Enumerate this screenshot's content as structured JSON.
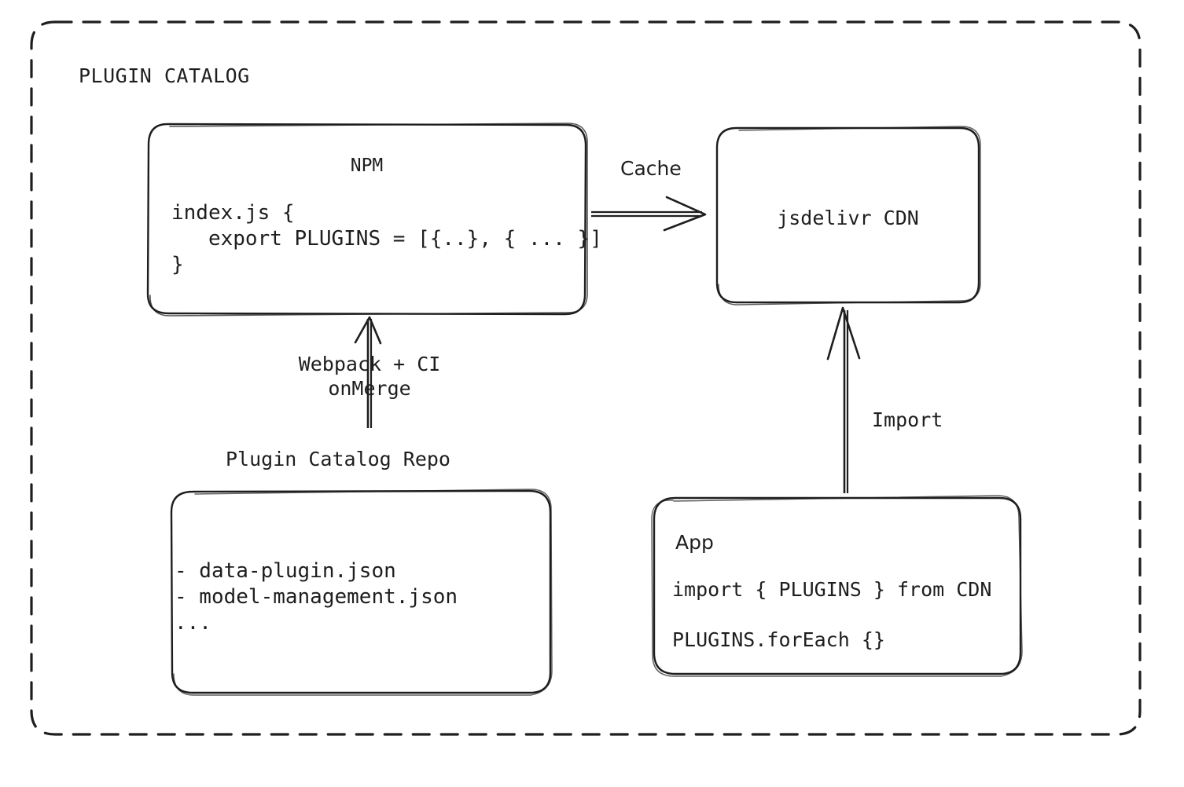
{
  "diagram": {
    "type": "architecture-flow",
    "background": "#ffffff",
    "stroke": "#1e1e1e",
    "style": "hand-drawn",
    "container": {
      "label": "PLUGIN CATALOG",
      "border": "dashed"
    },
    "nodes": [
      {
        "id": "npm",
        "title": "NPM",
        "lines": [
          "index.js {",
          "   export PLUGINS = [{..}, { ... }]",
          "}"
        ]
      },
      {
        "id": "cdn",
        "title": "jsdelivr CDN",
        "lines": []
      },
      {
        "id": "repo",
        "caption": "Plugin Catalog Repo",
        "lines": [
          "- data-plugin.json",
          "- model-management.json",
          "..."
        ]
      },
      {
        "id": "app",
        "title": "App",
        "lines": [
          "import { PLUGINS } from CDN",
          "PLUGINS.forEach {}"
        ]
      }
    ],
    "edges": [
      {
        "id": "npm-to-cdn",
        "label": "Cache",
        "from": "npm",
        "to": "cdn",
        "direction": "right"
      },
      {
        "id": "repo-to-npm",
        "label_line1": "Webpack + CI",
        "label_line2": "onMerge",
        "from": "repo",
        "to": "npm",
        "direction": "up"
      },
      {
        "id": "app-to-cdn",
        "label": "Import",
        "from": "app",
        "to": "cdn",
        "direction": "up"
      }
    ]
  }
}
